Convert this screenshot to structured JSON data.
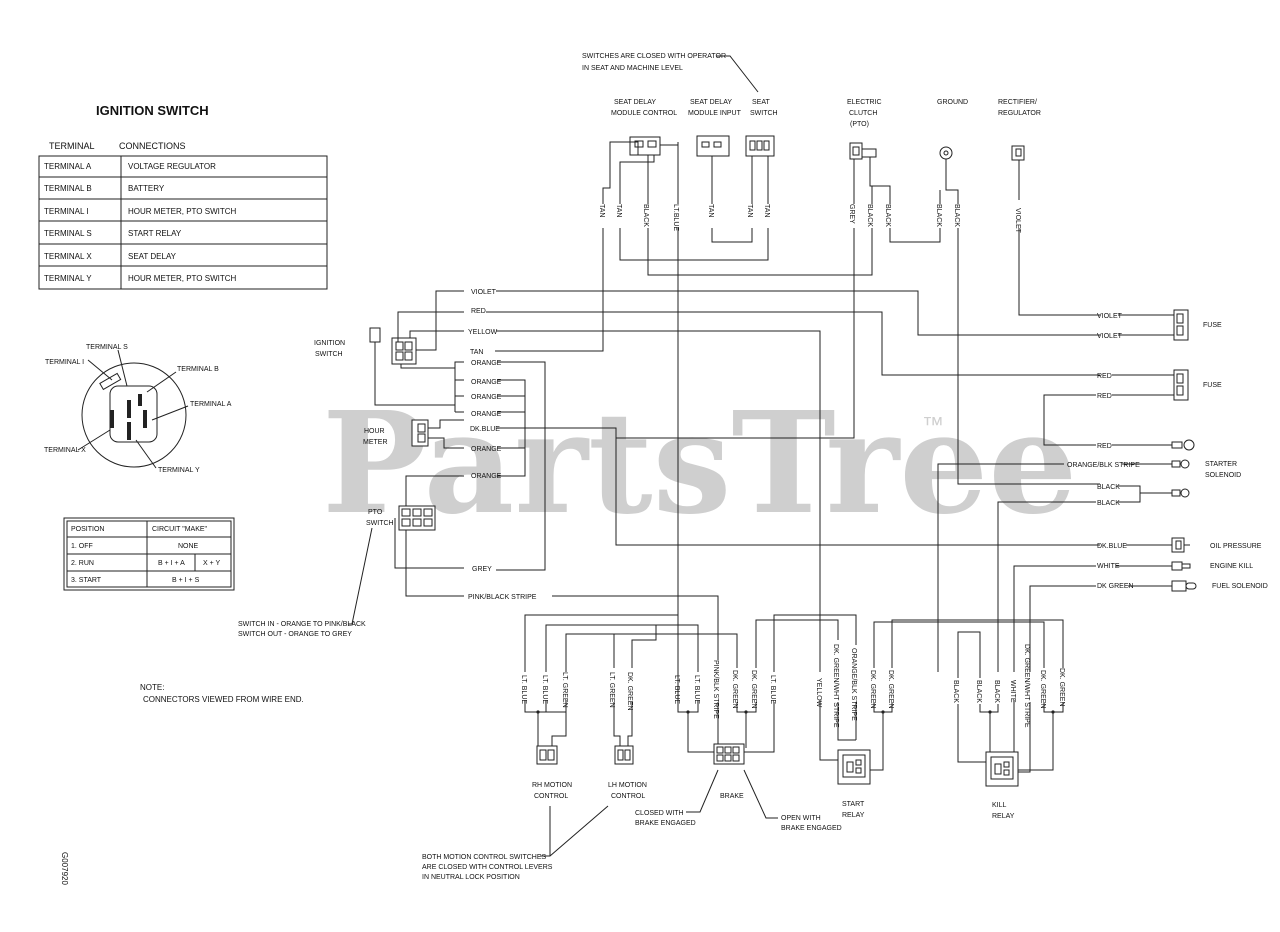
{
  "watermark": {
    "text": "PartsTree",
    "tm": "™"
  },
  "ignition_table": {
    "title": "IGNITION SWITCH",
    "col1": "TERMINAL",
    "col2": "CONNECTIONS",
    "rows": [
      {
        "terminal": "TERMINAL  A",
        "conn": "VOLTAGE REGULATOR"
      },
      {
        "terminal": "TERMINAL  B",
        "conn": "BATTERY"
      },
      {
        "terminal": "TERMINAL  I",
        "conn": "HOUR METER, PTO SWITCH"
      },
      {
        "terminal": "TERMINAL  S",
        "conn": "START RELAY"
      },
      {
        "terminal": "TERMINAL X",
        "conn": "SEAT DELAY"
      },
      {
        "terminal": "TERMINAL  Y",
        "conn": "HOUR METER, PTO SWITCH"
      }
    ]
  },
  "switch_face": {
    "terminal_s": "TERMINAL S",
    "terminal_i": "TERMINAL I",
    "terminal_b": "TERMINAL B",
    "terminal_a": "TERMINAL A",
    "terminal_x": "TERMINAL X",
    "terminal_y": "TERMINAL Y"
  },
  "position_table": {
    "h1": "POSITION",
    "h2": "CIRCUIT \"MAKE\"",
    "r1a": "1. OFF",
    "r1b": "NONE",
    "r2a": "2. RUN",
    "r2b": "B + I + A",
    "r2c": "X + Y",
    "r3a": "3. START",
    "r3b": "B + I + S"
  },
  "notes": {
    "pto_note1": "SWITCH IN - ORANGE TO PINK/BLACK",
    "pto_note2": "SWITCH OUT - ORANGE TO GREY",
    "note_title": "NOTE:",
    "note_body": "CONNECTORS VIEWED FROM WIRE END.",
    "drawing_no": "G007920",
    "seat_note1": "SWITCHES ARE CLOSED WITH OPERATOR",
    "seat_note2": "IN SEAT AND MACHINE LEVEL",
    "motion_note1": "BOTH MOTION CONTROL SWITCHES",
    "motion_note2": "ARE CLOSED WITH CONTROL LEVERS",
    "motion_note3": "IN NEUTRAL LOCK POSITION",
    "brake_closed1": "CLOSED WITH",
    "brake_closed2": "BRAKE ENGAGED",
    "brake_open1": "OPEN WITH",
    "brake_open2": "BRAKE ENGAGED"
  },
  "components": {
    "seat_delay_ctrl1": "SEAT DELAY",
    "seat_delay_ctrl2": "MODULE CONTROL",
    "seat_delay_in1": "SEAT DELAY",
    "seat_delay_in2": "MODULE INPUT",
    "seat_sw1": "SEAT",
    "seat_sw2": "SWITCH",
    "clutch1": "ELECTRIC",
    "clutch2": "CLUTCH",
    "clutch3": "(PTO)",
    "ground": "GROUND",
    "rect1": "RECTIFIER/",
    "rect2": "REGULATOR",
    "ign1": "IGNITION",
    "ign2": "SWITCH",
    "hour1": "HOUR",
    "hour2": "METER",
    "pto1": "PTO",
    "pto2": "SWITCH",
    "fuse1": "FUSE",
    "fuse2": "FUSE",
    "starter1": "STARTER",
    "starter2": "SOLENOID",
    "oil": "OIL PRESSURE",
    "engine_kill": "ENGINE KILL",
    "fuel": "FUEL SOLENOID",
    "rh1": "RH MOTION",
    "rh2": "CONTROL",
    "lh1": "LH MOTION",
    "lh2": "CONTROL",
    "brake": "BRAKE",
    "start1": "START",
    "start2": "RELAY",
    "kill1": "KILL",
    "kill2": "RELAY"
  },
  "wires": {
    "tan": "TAN",
    "black": "BLACK",
    "ltblue": "LT.BLUE",
    "grey": "GREY",
    "violet": "VIOLET",
    "ltgreen": "LT. GREEN",
    "dkgreen": "DK. GREEN",
    "pinkblk": "PINK/BLK STRIPE",
    "yellow": "YELLOW",
    "dkgreen_wht": "DK. GREEN/WHT STRIPE",
    "orange_blk_v": "ORANGE/BLK STRIPE",
    "white": "WHITE",
    "ltblue2": "LT. BLUE",
    "h_violet": "VIOLET",
    "h_red": "RED",
    "h_yellow": "YELLOW",
    "h_tan": "TAN",
    "h_orange": "ORANGE",
    "h_dkblue": "DK.BLUE",
    "h_grey": "GREY",
    "h_pinkblack": "PINK/BLACK STRIPE",
    "r_violet": "VIOLET",
    "r_red": "RED",
    "r_orangeblk": "ORANGE/BLK STRIPE",
    "r_black": "BLACK",
    "r_dkblue": "DK.BLUE",
    "r_white": "WHITE",
    "r_dkgreen": "DK GREEN"
  }
}
